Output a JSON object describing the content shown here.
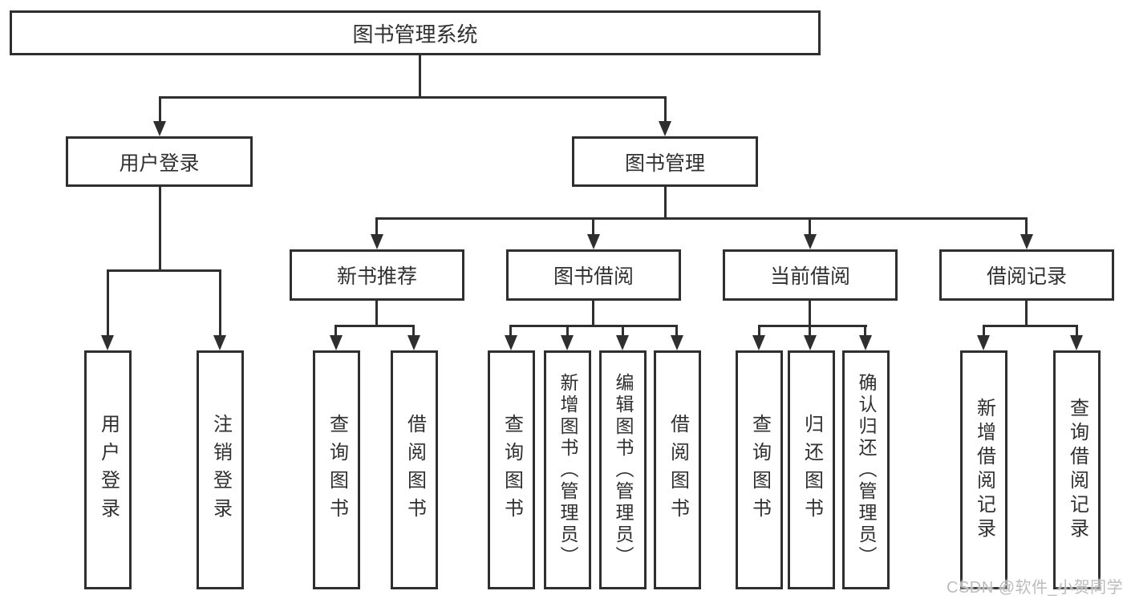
{
  "diagram": {
    "root": {
      "label": "图书管理系统"
    },
    "level2": [
      {
        "label": "用户登录"
      },
      {
        "label": "图书管理"
      }
    ],
    "level3": [
      {
        "label": "新书推荐"
      },
      {
        "label": "图书借阅"
      },
      {
        "label": "当前借阅"
      },
      {
        "label": "借阅记录"
      }
    ],
    "leaves": {
      "user_login": [
        {
          "label": "用户登录"
        },
        {
          "label": "注销登录"
        }
      ],
      "new_book_recommend": [
        {
          "label": "查询图书"
        },
        {
          "label": "借阅图书"
        }
      ],
      "book_borrow": [
        {
          "label": "查询图书"
        },
        {
          "label": "新增图书（管理员）"
        },
        {
          "label": "编辑图书（管理员）"
        },
        {
          "label": "借阅图书"
        }
      ],
      "current_borrow": [
        {
          "label": "查询图书"
        },
        {
          "label": "归还图书"
        },
        {
          "label": "确认归还（管理员）"
        }
      ],
      "borrow_records": [
        {
          "label": "新增借阅记录"
        },
        {
          "label": "查询借阅记录"
        }
      ]
    },
    "watermark": "CSDN @软件_小贺同学",
    "colors": {
      "line": "#2f2f2f",
      "text": "#303030",
      "watermark": "#bcbcbc",
      "background": "#ffffff"
    }
  }
}
